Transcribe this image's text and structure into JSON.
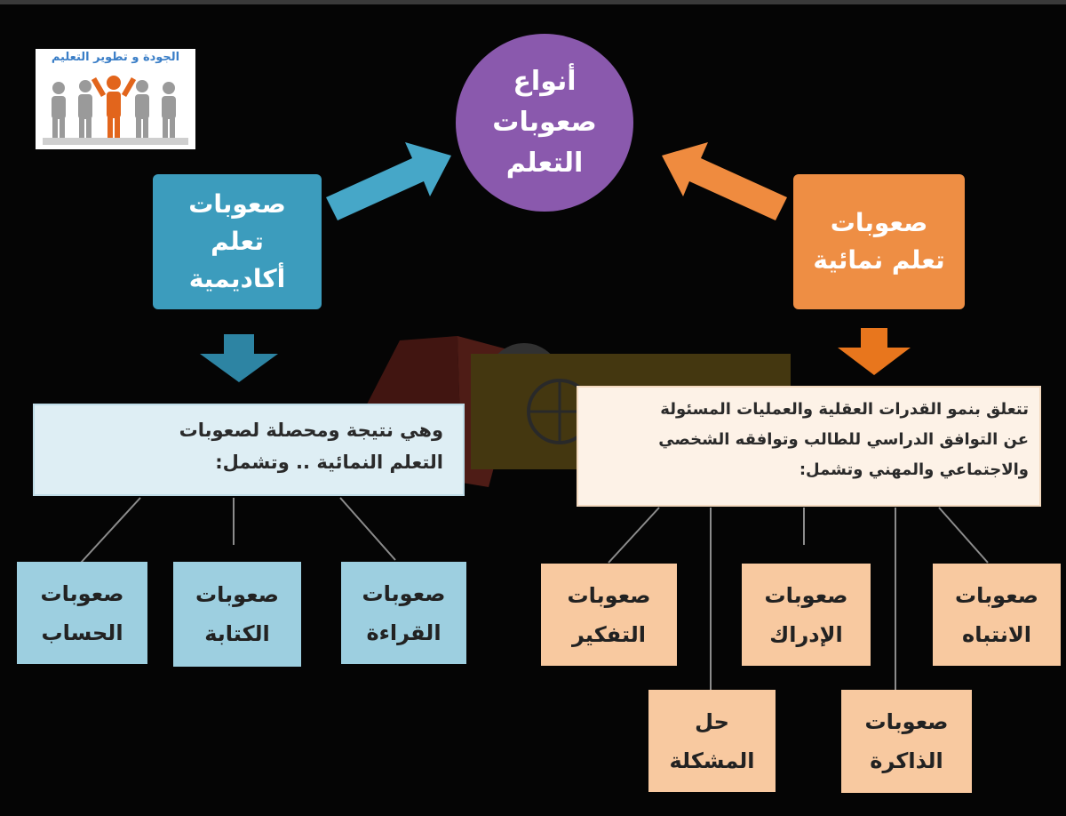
{
  "logo": {
    "caption": "الجودة و تطوير التعليم",
    "icon": "people-group-icon"
  },
  "watermark": {
    "icon": "book-and-globe-watermark"
  },
  "center": {
    "lines": [
      "أنواع",
      "صعوبات",
      "التعلم"
    ]
  },
  "branches": {
    "academic": {
      "title_lines": [
        "صعوبات",
        "تعلم",
        "أكاديمية"
      ],
      "description_lines": [
        "وهي نتيجة ومحصلة لصعوبات",
        "التعلم النمائية .. وتشمل:"
      ],
      "children": [
        {
          "lines": [
            "صعوبات",
            "القراءة"
          ]
        },
        {
          "lines": [
            "صعوبات",
            "الكتابة"
          ]
        },
        {
          "lines": [
            "صعوبات",
            "الحساب"
          ]
        }
      ]
    },
    "developmental": {
      "title_lines": [
        "صعوبات",
        "تعلم نمائية"
      ],
      "description_lines": [
        "تتعلق بنمو القدرات العقلية والعمليات المسئولة",
        "عن التوافق الدراسي للطالب وتوافقه الشخصي",
        "والاجتماعي والمهني وتشمل:"
      ],
      "children": [
        {
          "lines": [
            "صعوبات",
            "الانتباه"
          ]
        },
        {
          "lines": [
            "صعوبات",
            "الإدراك"
          ]
        },
        {
          "lines": [
            "صعوبات",
            "التفكير"
          ]
        },
        {
          "lines": [
            "صعوبات",
            "الذاكرة"
          ]
        },
        {
          "lines": [
            "حل",
            "المشكلة"
          ]
        }
      ]
    }
  },
  "colors": {
    "background": "#050505",
    "center_purple": "#8a59ad",
    "academic_blue": "#3c9cbd",
    "academic_light": "#9dcfe0",
    "developmental_orange": "#ee8e44",
    "developmental_light": "#f8c9a0",
    "connector_gray": "#8c8c8c"
  }
}
